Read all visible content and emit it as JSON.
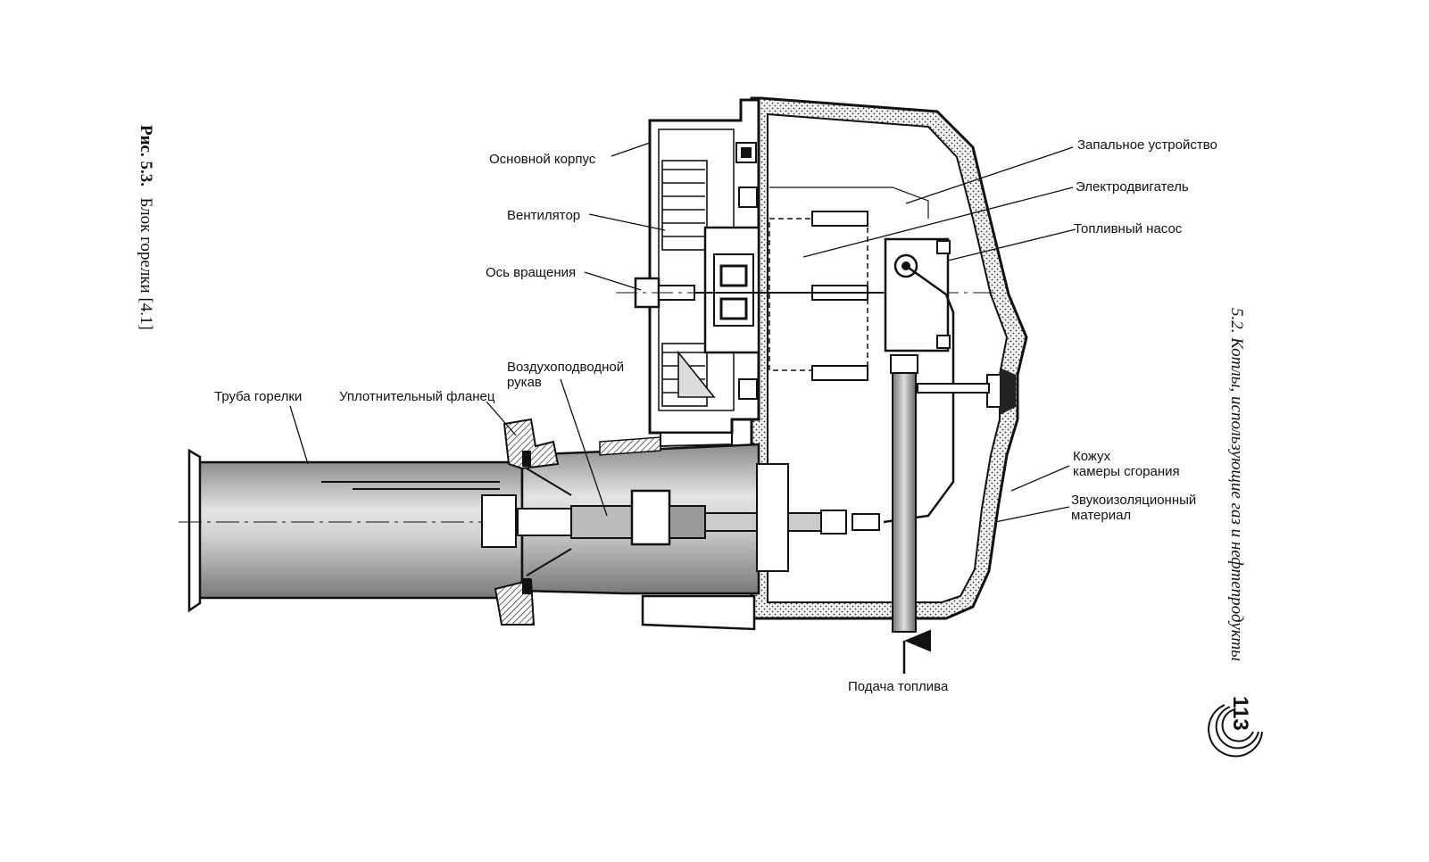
{
  "figure": {
    "caption_number": "Рис. 5.3.",
    "caption_text": "Блок горелки [4.1]"
  },
  "running_header": "5.2. Котлы, использующие газ и нефтепродукты",
  "page_number": "113",
  "labels": {
    "main_housing": "Основной корпус",
    "fan": "Вентилятор",
    "rotation_axis": "Ось вращения",
    "air_duct_line1": "Воздухоподводной",
    "air_duct_line2": "рукав",
    "burner_tube": "Труба горелки",
    "sealing_flange": "Уплотнительный фланец",
    "ignition_device": "Запальное устройство",
    "electric_motor": "Электродвигатель",
    "fuel_pump": "Топливный насос",
    "casing_line1": "Кожух",
    "casing_line2": "камеры сгорания",
    "insulation_line1": "Звукоизоляционный",
    "insulation_line2": "материал",
    "fuel_supply": "Подача топлива"
  },
  "colors": {
    "ink": "#111111",
    "tube_shade": "#b8b8b8",
    "insulation_fill": "#e6e6e6"
  }
}
